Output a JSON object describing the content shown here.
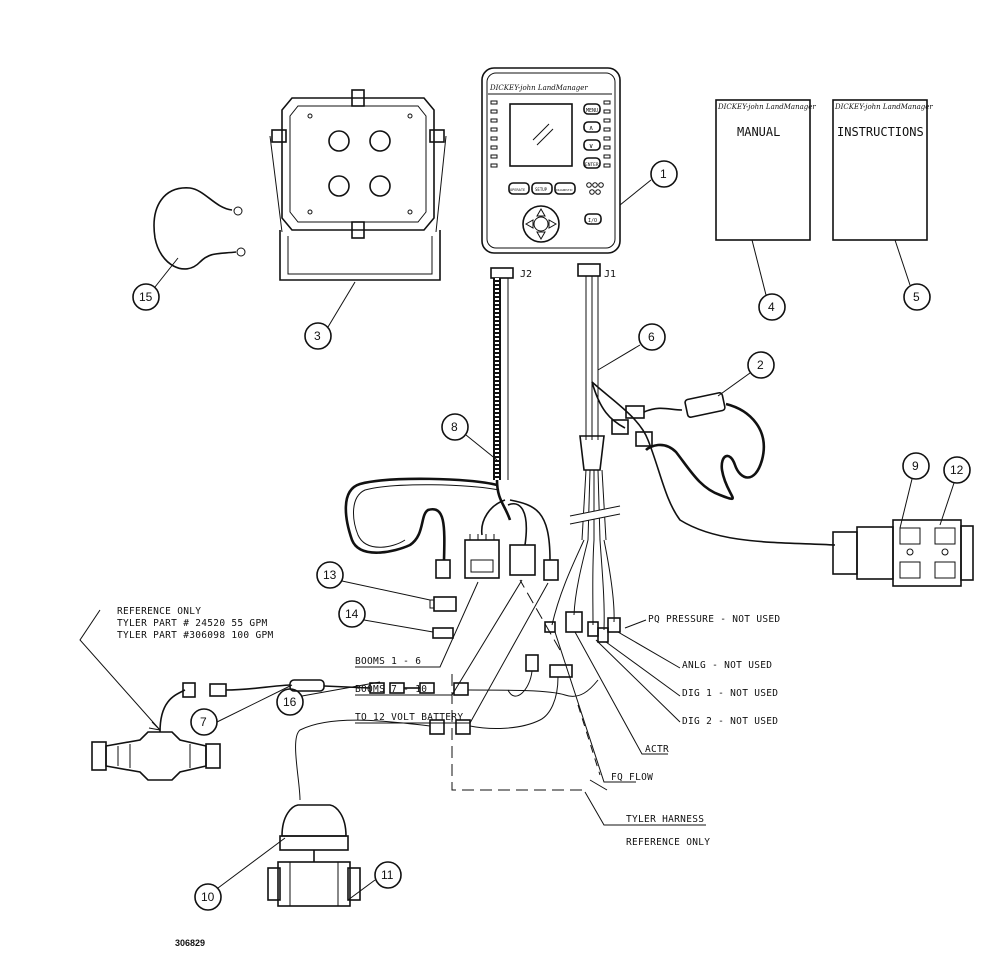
{
  "monitor": {
    "brand": "DICKEY-john LandManager",
    "buttons_right": [
      "MENU",
      "∧",
      "∨",
      "ENTER"
    ],
    "buttons_bottom": [
      "OPERATE",
      "SETUP",
      "DIAGNOSTIC"
    ],
    "power_button": "I/O",
    "connector_j2": "J2",
    "connector_j1": "J1"
  },
  "books": {
    "manual_brand": "DICKEY-john LandManager",
    "manual_title": "MANUAL",
    "instructions_brand": "DICKEY-john LandManager",
    "instructions_title": "INSTRUCTIONS"
  },
  "callouts": [
    "1",
    "2",
    "3",
    "4",
    "5",
    "6",
    "7",
    "8",
    "9",
    "10",
    "11",
    "12",
    "13",
    "14",
    "15",
    "16"
  ],
  "labels": {
    "ref1": "REFERENCE ONLY",
    "ref2": "TYLER PART # 24520  55 GPM",
    "ref3": "TYLER PART #306098 100 GPM",
    "pq_pressure": "PQ PRESSURE - NOT USED",
    "anlg": "ANLG - NOT USED",
    "dig1": "DIG 1 - NOT USED",
    "dig2": "DIG 2 - NOT USED",
    "actr": "ACTR",
    "fq_flow": "FQ FLOW",
    "booms_1_6": "BOOMS 1 - 6",
    "booms_7_10": "BOOMS 7 - 10",
    "battery": "TO 12 VOLT BATTERY",
    "tyler1": "TYLER HARNESS",
    "tyler2": "REFERENCE ONLY"
  },
  "figure_number": "306829"
}
